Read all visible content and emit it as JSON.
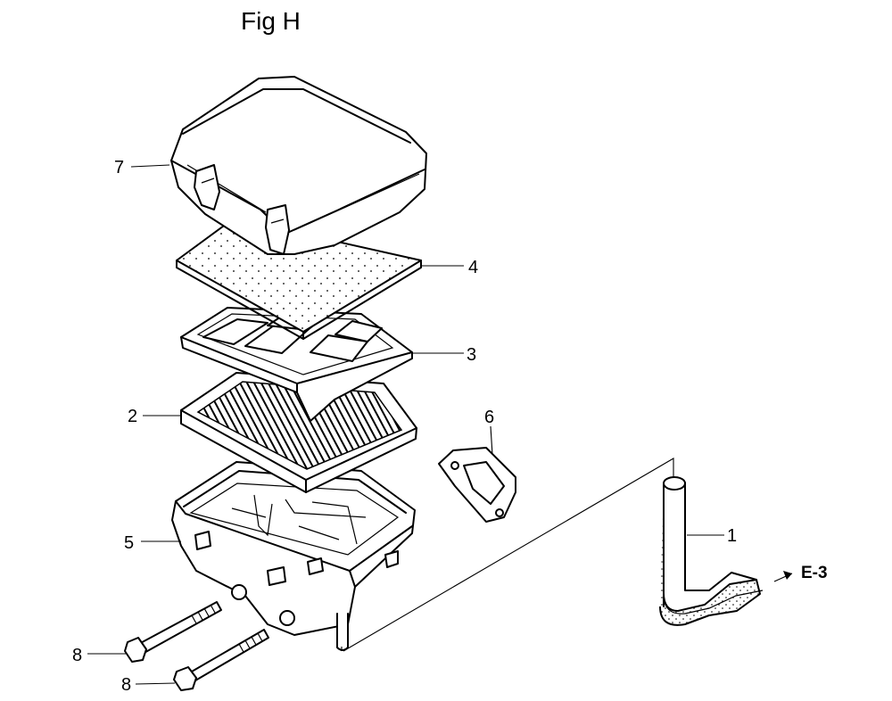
{
  "figure": {
    "title": "Fig H",
    "callouts": [
      {
        "id": "c7",
        "number": "7"
      },
      {
        "id": "c4",
        "number": "4"
      },
      {
        "id": "c3",
        "number": "3"
      },
      {
        "id": "c2",
        "number": "2"
      },
      {
        "id": "c6",
        "number": "6"
      },
      {
        "id": "c5",
        "number": "5"
      },
      {
        "id": "c1",
        "number": "1"
      },
      {
        "id": "c8a",
        "number": "8"
      },
      {
        "id": "c8b",
        "number": "8"
      }
    ],
    "reference": "E-3"
  }
}
